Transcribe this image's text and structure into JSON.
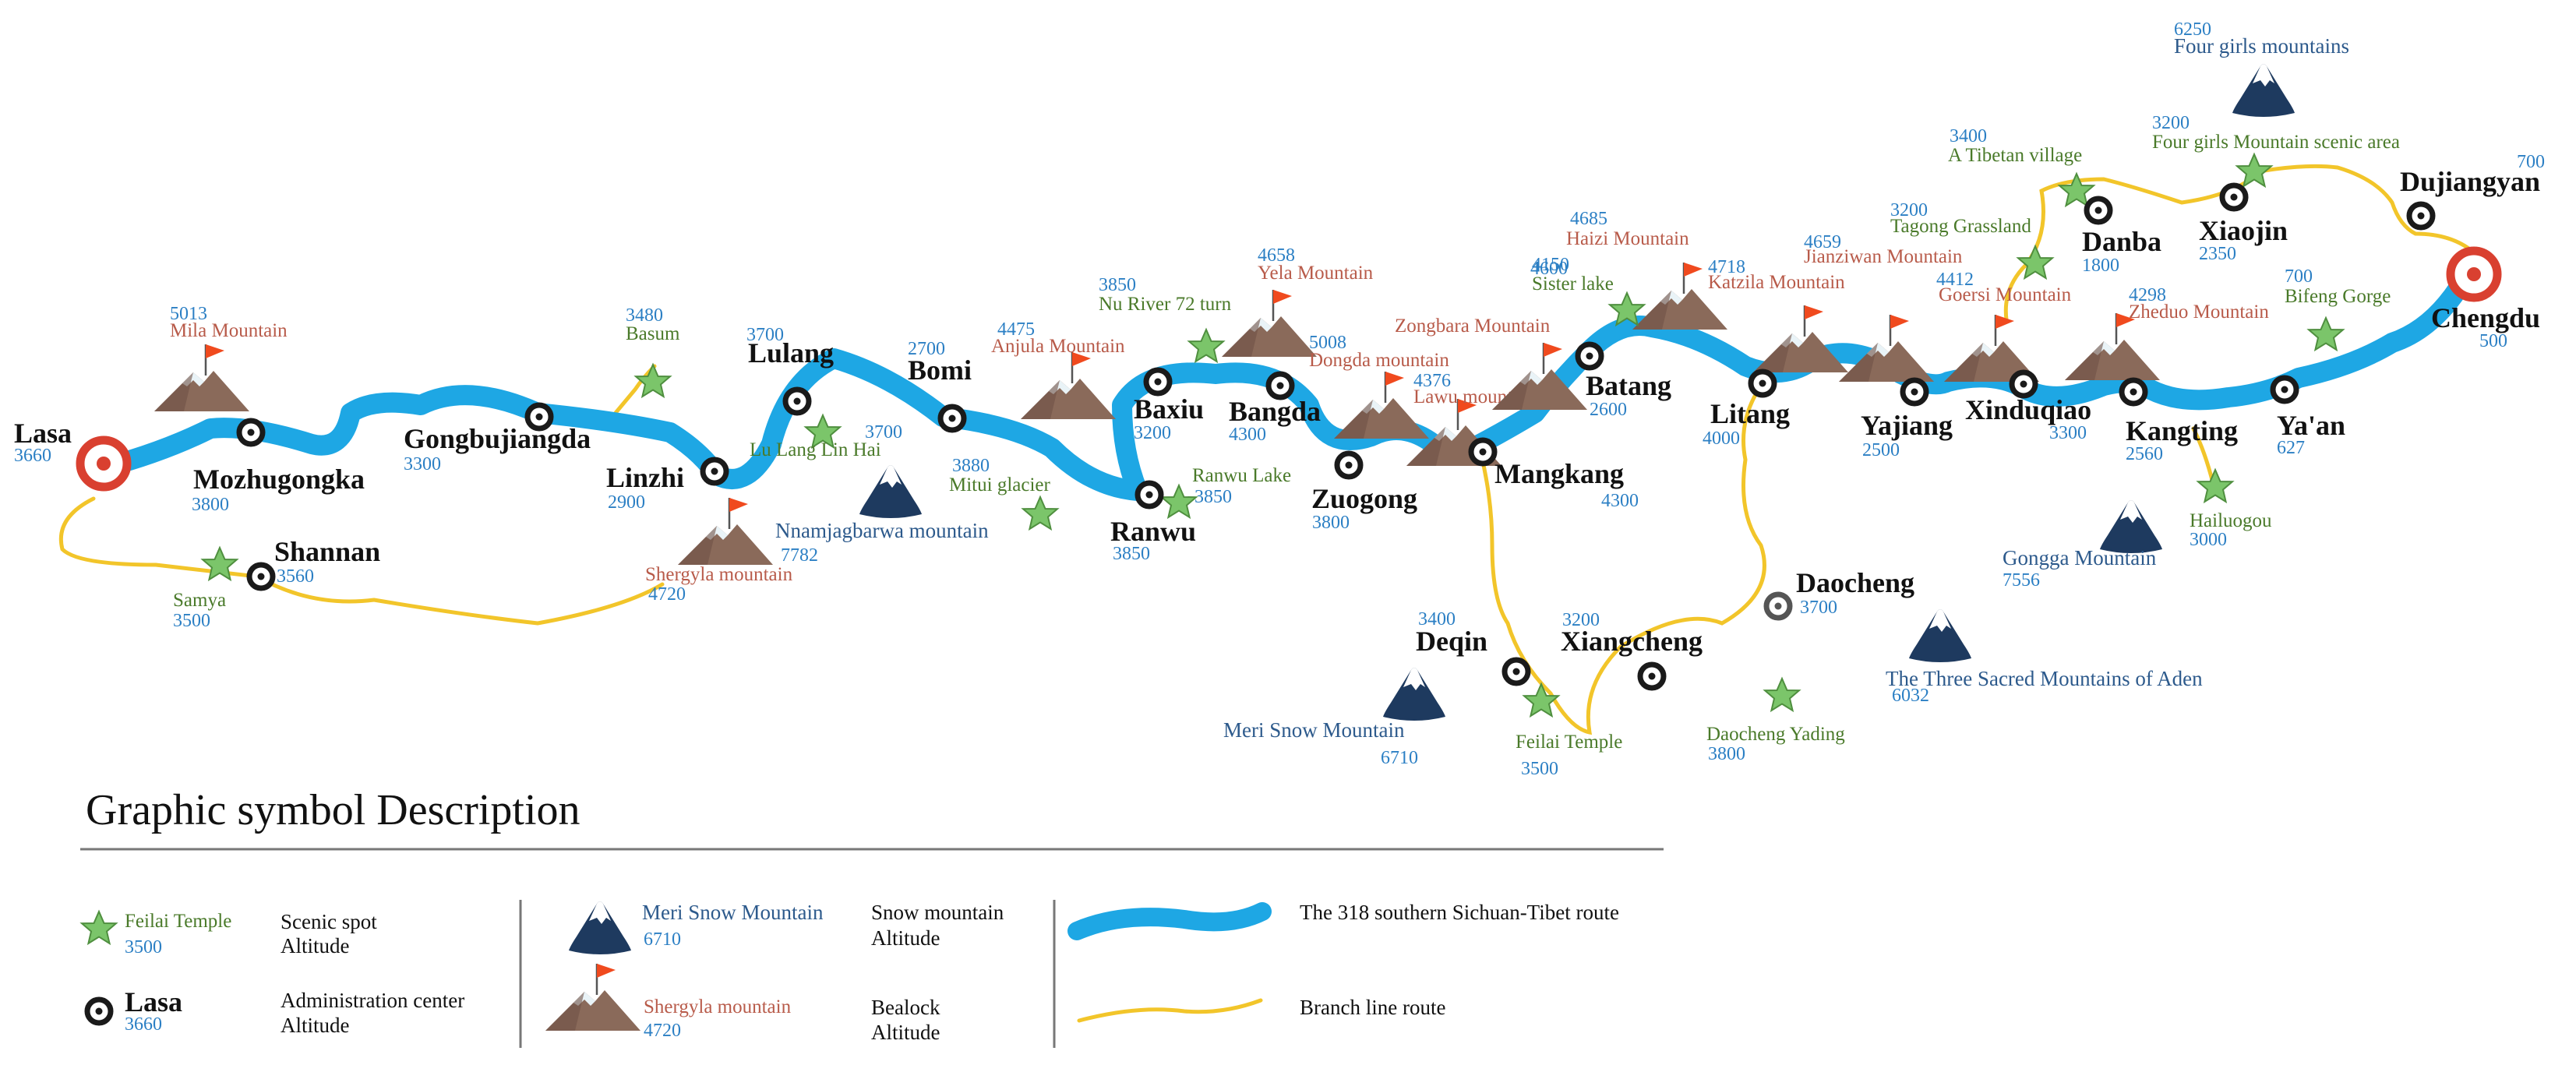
{
  "colors": {
    "main_route": "#1ea7e4",
    "branch_route": "#f2c52a",
    "city_outer": "#222222",
    "terminus_ring": "#d94030",
    "star_fill": "#7bc56a",
    "flag": "#f04a1e",
    "altitude_text": "#2b7fc4",
    "scenic_text": "#4a7a2a",
    "pass_text": "#b85b4a",
    "snow_text": "#2d5a8c"
  },
  "cities": [
    {
      "name": "Lasa",
      "alt": "3660"
    },
    {
      "name": "Mozhugongka",
      "alt": "3800"
    },
    {
      "name": "Gongbujiangda",
      "alt": "3300"
    },
    {
      "name": "Linzhi",
      "alt": "2900"
    },
    {
      "name": "Lulang",
      "alt": "3700"
    },
    {
      "name": "Bomi",
      "alt": "2700"
    },
    {
      "name": "Ranwu",
      "alt": "3850"
    },
    {
      "name": "Baxiu",
      "alt": "3200"
    },
    {
      "name": "Bangda",
      "alt": "4300"
    },
    {
      "name": "Zuogong",
      "alt": "3800"
    },
    {
      "name": "Mangkang",
      "alt": "4300"
    },
    {
      "name": "Batang",
      "alt": "2600"
    },
    {
      "name": "Litang",
      "alt": "4000"
    },
    {
      "name": "Yajiang",
      "alt": "2500"
    },
    {
      "name": "Xinduqiao",
      "alt": "3300"
    },
    {
      "name": "Kangting",
      "alt": "2560"
    },
    {
      "name": "Ya'an",
      "alt": "627"
    },
    {
      "name": "Chengdu",
      "alt": "500"
    },
    {
      "name": "Dujiangyan",
      "alt": "700"
    },
    {
      "name": "Xiaojin",
      "alt": "2350"
    },
    {
      "name": "Danba",
      "alt": "1800"
    },
    {
      "name": "Shannan",
      "alt": "3560"
    },
    {
      "name": "Deqin",
      "alt": "3400"
    },
    {
      "name": "Xiangcheng",
      "alt": "3200"
    },
    {
      "name": "Daocheng",
      "alt": "3700"
    }
  ],
  "scenic": [
    {
      "name": "Basum",
      "alt": "3480"
    },
    {
      "name": "Lu Lang Lin Hai",
      "alt": "3700"
    },
    {
      "name": "Mitui glacier",
      "alt": "3880"
    },
    {
      "name": "Nu River 72 turn",
      "alt": "3850"
    },
    {
      "name": "Ranwu Lake",
      "alt": "3850"
    },
    {
      "name": "Sister lake",
      "alt": "4150"
    },
    {
      "name": "Samya",
      "alt": "3500"
    },
    {
      "name": "Feilai Temple",
      "alt": "3500"
    },
    {
      "name": "Daocheng Yading",
      "alt": "3800"
    },
    {
      "name": "Tagong Grassland",
      "alt": "3200"
    },
    {
      "name": "A Tibetan village",
      "alt": "3400"
    },
    {
      "name": "Four girls Mountain scenic area",
      "alt": "3200"
    },
    {
      "name": "Bifeng Gorge",
      "alt": "700"
    },
    {
      "name": "Hailuogou",
      "alt": "3000"
    }
  ],
  "passes": [
    {
      "name": "Mila Mountain",
      "alt": "5013"
    },
    {
      "name": "Anjula Mountain",
      "alt": "4475"
    },
    {
      "name": "Yela Mountain",
      "alt": "4658"
    },
    {
      "name": "Dongda mountain",
      "alt": "5008"
    },
    {
      "name": "Lawu mountain",
      "alt": "4376"
    },
    {
      "name": "Zongbara Mountain",
      "alt": "4600"
    },
    {
      "name": "Haizi Mountain",
      "alt": "4685"
    },
    {
      "name": "Katzila Mountain",
      "alt": "4718"
    },
    {
      "name": "Jianziwan Mountain",
      "alt": "4659"
    },
    {
      "name": "Goersi Mountain",
      "alt": "4412"
    },
    {
      "name": "Zheduo Mountain",
      "alt": "4298"
    },
    {
      "name": "Shergyla mountain",
      "alt": "4720"
    }
  ],
  "snow_mountains": [
    {
      "name": "Nnamjagbarwa mountain",
      "alt": "7782"
    },
    {
      "name": "Meri Snow Mountain",
      "alt": "6710"
    },
    {
      "name": "The Three Sacred Mountains of Aden",
      "alt": "6032"
    },
    {
      "name": "Gongga Mountain",
      "alt": "7556"
    },
    {
      "name": "Four girls mountains",
      "alt": "6250"
    }
  ],
  "legend": {
    "title": "Graphic symbol Description",
    "scenic": {
      "sample_name": "Feilai Temple",
      "sample_alt": "3500",
      "desc1": "Scenic spot",
      "desc2": "Altitude"
    },
    "admin": {
      "sample_name": "Lasa",
      "sample_alt": "3660",
      "desc1": "Administration center",
      "desc2": "Altitude"
    },
    "snow": {
      "sample_name": "Meri Snow Mountain",
      "sample_alt": "6710",
      "desc1": "Snow mountain",
      "desc2": "Altitude"
    },
    "pass": {
      "sample_name": "Shergyla mountain",
      "sample_alt": "4720",
      "desc1": "Bealock",
      "desc2": "Altitude"
    },
    "main_route": "The 318 southern Sichuan-Tibet route",
    "branch_route": "Branch line route"
  }
}
